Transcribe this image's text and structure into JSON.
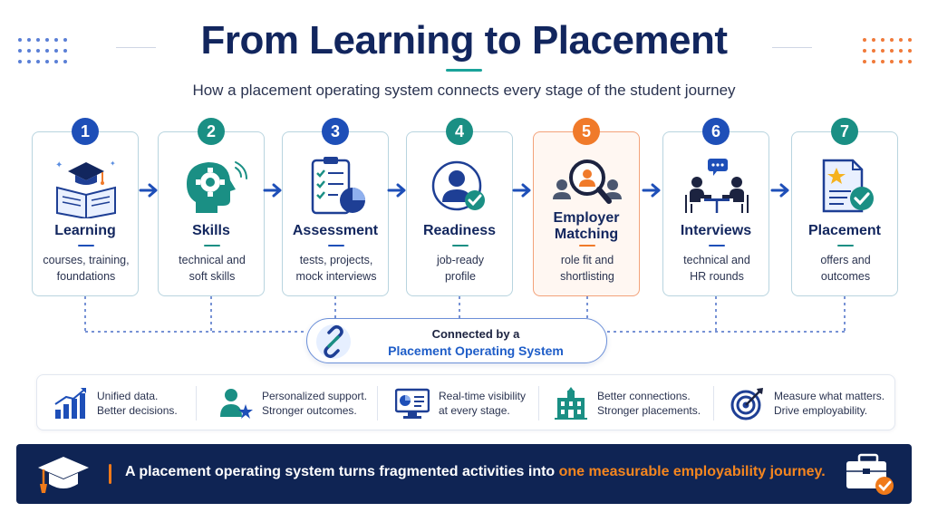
{
  "header": {
    "title": "From Learning to Placement",
    "subtitle": "How a placement operating system connects every stage of the student journey"
  },
  "stages": [
    {
      "number": "1",
      "title": "Learning",
      "desc_line1": "courses, training,",
      "desc_line2": "foundations",
      "icon": "open-book-graduation-cap-icon",
      "color": "#1e4fb8"
    },
    {
      "number": "2",
      "title": "Skills",
      "desc_line1": "technical and",
      "desc_line2": "soft skills",
      "icon": "head-gear-icon",
      "color": "#1a8f84"
    },
    {
      "number": "3",
      "title": "Assessment",
      "desc_line1": "tests, projects,",
      "desc_line2": "mock interviews",
      "icon": "checklist-pie-chart-icon",
      "color": "#1e4fb8"
    },
    {
      "number": "4",
      "title": "Readiness",
      "desc_line1": "job-ready",
      "desc_line2": "profile",
      "icon": "profile-check-icon",
      "color": "#1a8f84"
    },
    {
      "number": "5",
      "title_line1": "Employer",
      "title_line2": "Matching",
      "desc_line1": "role fit and",
      "desc_line2": "shortlisting",
      "icon": "magnifier-people-icon",
      "color": "#f07a2a"
    },
    {
      "number": "6",
      "title": "Interviews",
      "desc_line1": "technical and",
      "desc_line2": "HR rounds",
      "icon": "interview-table-icon",
      "color": "#1e4fb8"
    },
    {
      "number": "7",
      "title": "Placement",
      "desc_line1": "offers and",
      "desc_line2": "outcomes",
      "icon": "offer-document-check-icon",
      "color": "#1a8f84"
    }
  ],
  "connector": {
    "line1": "Connected by a",
    "line2": "Placement Operating System",
    "icon": "chain-link-icon"
  },
  "benefits": [
    {
      "line1": "Unified data.",
      "line2": "Better decisions.",
      "icon": "bar-chart-growth-icon"
    },
    {
      "line1": "Personalized support.",
      "line2": "Stronger outcomes.",
      "icon": "person-star-icon"
    },
    {
      "line1": "Real-time visibility",
      "line2": "at every stage.",
      "icon": "monitor-dashboard-icon"
    },
    {
      "line1": "Better connections.",
      "line2": "Stronger placements.",
      "icon": "institution-building-icon"
    },
    {
      "line1": "Measure what matters.",
      "line2": "Drive employability.",
      "icon": "target-arrow-icon"
    }
  ],
  "footer": {
    "text_main": "A placement operating system turns fragmented activities into",
    "text_highlight": " one measurable employability journey.",
    "icon_left": "graduation-cap-icon",
    "icon_right": "briefcase-check-icon"
  },
  "colors": {
    "navy": "#12265e",
    "blue": "#1e4fb8",
    "teal": "#1a8f84",
    "orange": "#f07a2a",
    "banner": "#0f2454"
  }
}
